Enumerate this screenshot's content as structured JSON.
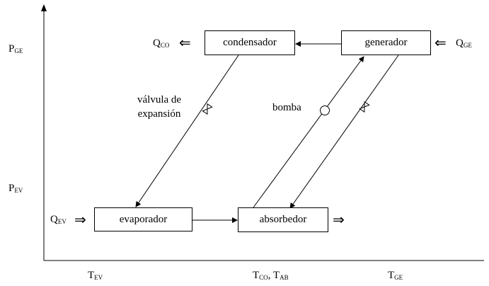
{
  "labels": {
    "p_ge_main": "P",
    "p_ge_sub": "GE",
    "p_ev_main": "P",
    "p_ev_sub": "EV",
    "t_ev_main": "T",
    "t_ev_sub": "EV",
    "t_co_main": "T",
    "t_co_sub": "CO",
    "t_ab_sep": ", T",
    "t_ab_sub": "AB",
    "t_ge_main": "T",
    "t_ge_sub": "GE",
    "q_co_main": "Q",
    "q_co_sub": "CO",
    "q_ge_main": "Q",
    "q_ge_sub": "GE",
    "q_ev_main": "Q",
    "q_ev_sub": "EV"
  },
  "components": {
    "condensador": "condensador",
    "generador": "generador",
    "evaporador": "evaporador",
    "absorbedor": "absorbedor"
  },
  "valve_label_line1": "válvula de",
  "valve_label_line2": "expansión",
  "pump_label": "bomba",
  "heat_arrows": {
    "left_double": "⇐",
    "right_double": "⇒"
  }
}
